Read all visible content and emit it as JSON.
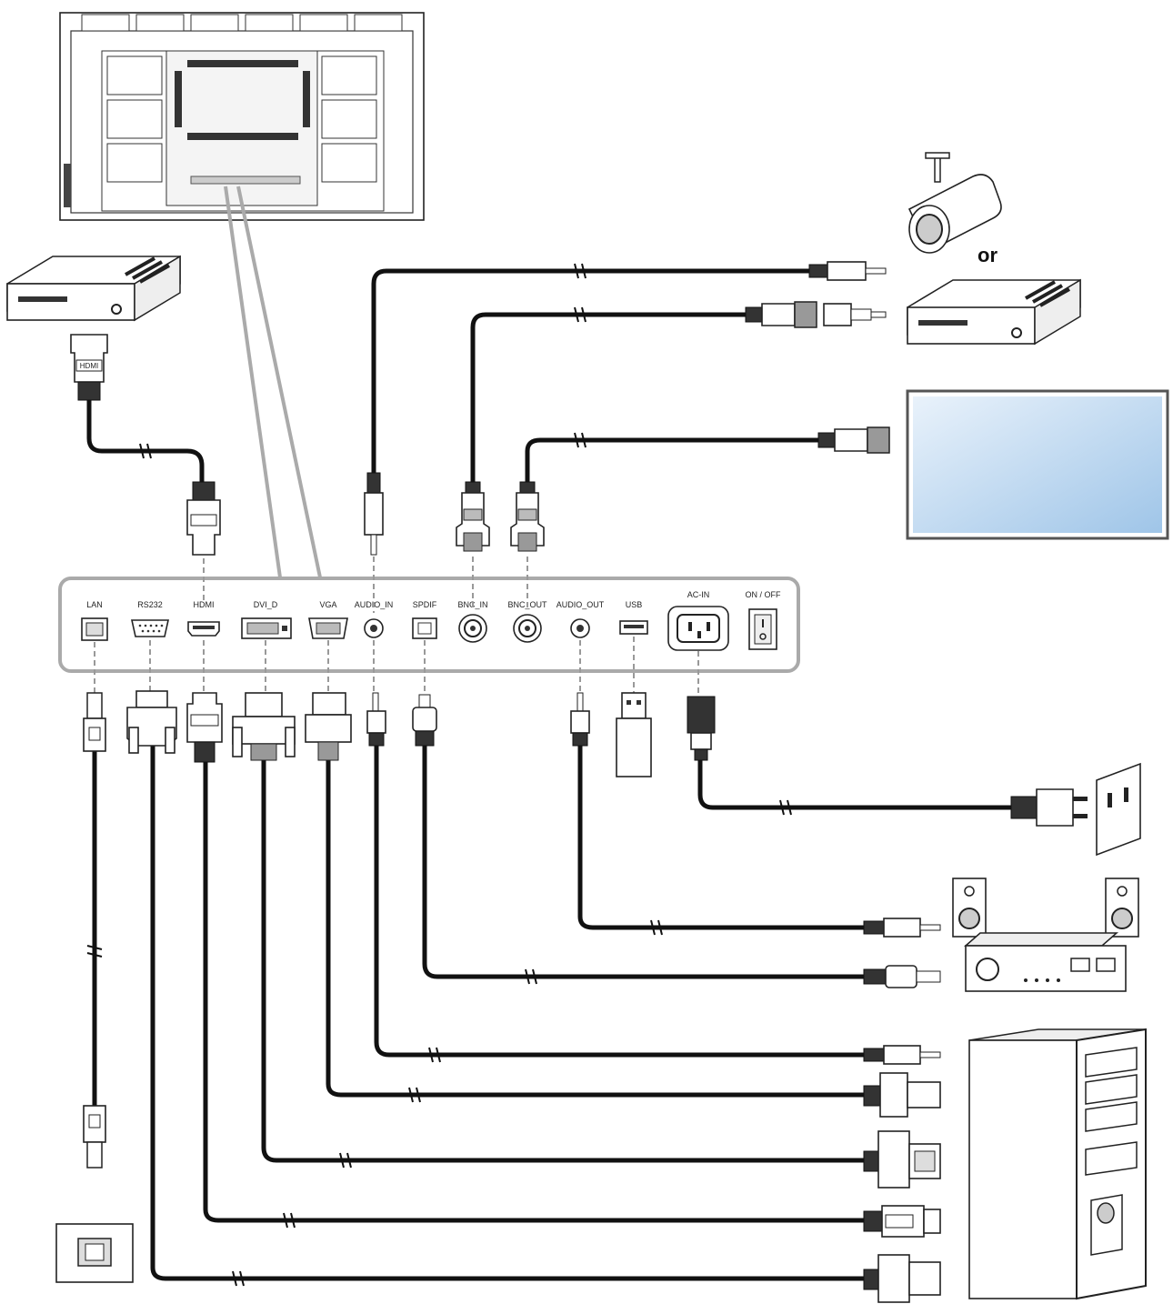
{
  "ports": [
    {
      "key": "lan",
      "label": "LAN"
    },
    {
      "key": "rs232",
      "label": "RS232"
    },
    {
      "key": "hdmi",
      "label": "HDMI"
    },
    {
      "key": "dvi_d",
      "label": "DVI_D"
    },
    {
      "key": "vga",
      "label": "VGA"
    },
    {
      "key": "audio_in",
      "label": "AUDIO_IN"
    },
    {
      "key": "spdif",
      "label": "SPDIF"
    },
    {
      "key": "bnc_in",
      "label": "BNC_IN"
    },
    {
      "key": "bnc_out",
      "label": "BNC_OUT"
    },
    {
      "key": "audio_out",
      "label": "AUDIO_OUT"
    },
    {
      "key": "usb",
      "label": "USB"
    },
    {
      "key": "ac_in",
      "label": "AC-IN"
    },
    {
      "key": "on_off",
      "label": "ON / OFF"
    }
  ],
  "devices": {
    "or_label": "or",
    "hdmi_plug_text": "HDMI"
  }
}
